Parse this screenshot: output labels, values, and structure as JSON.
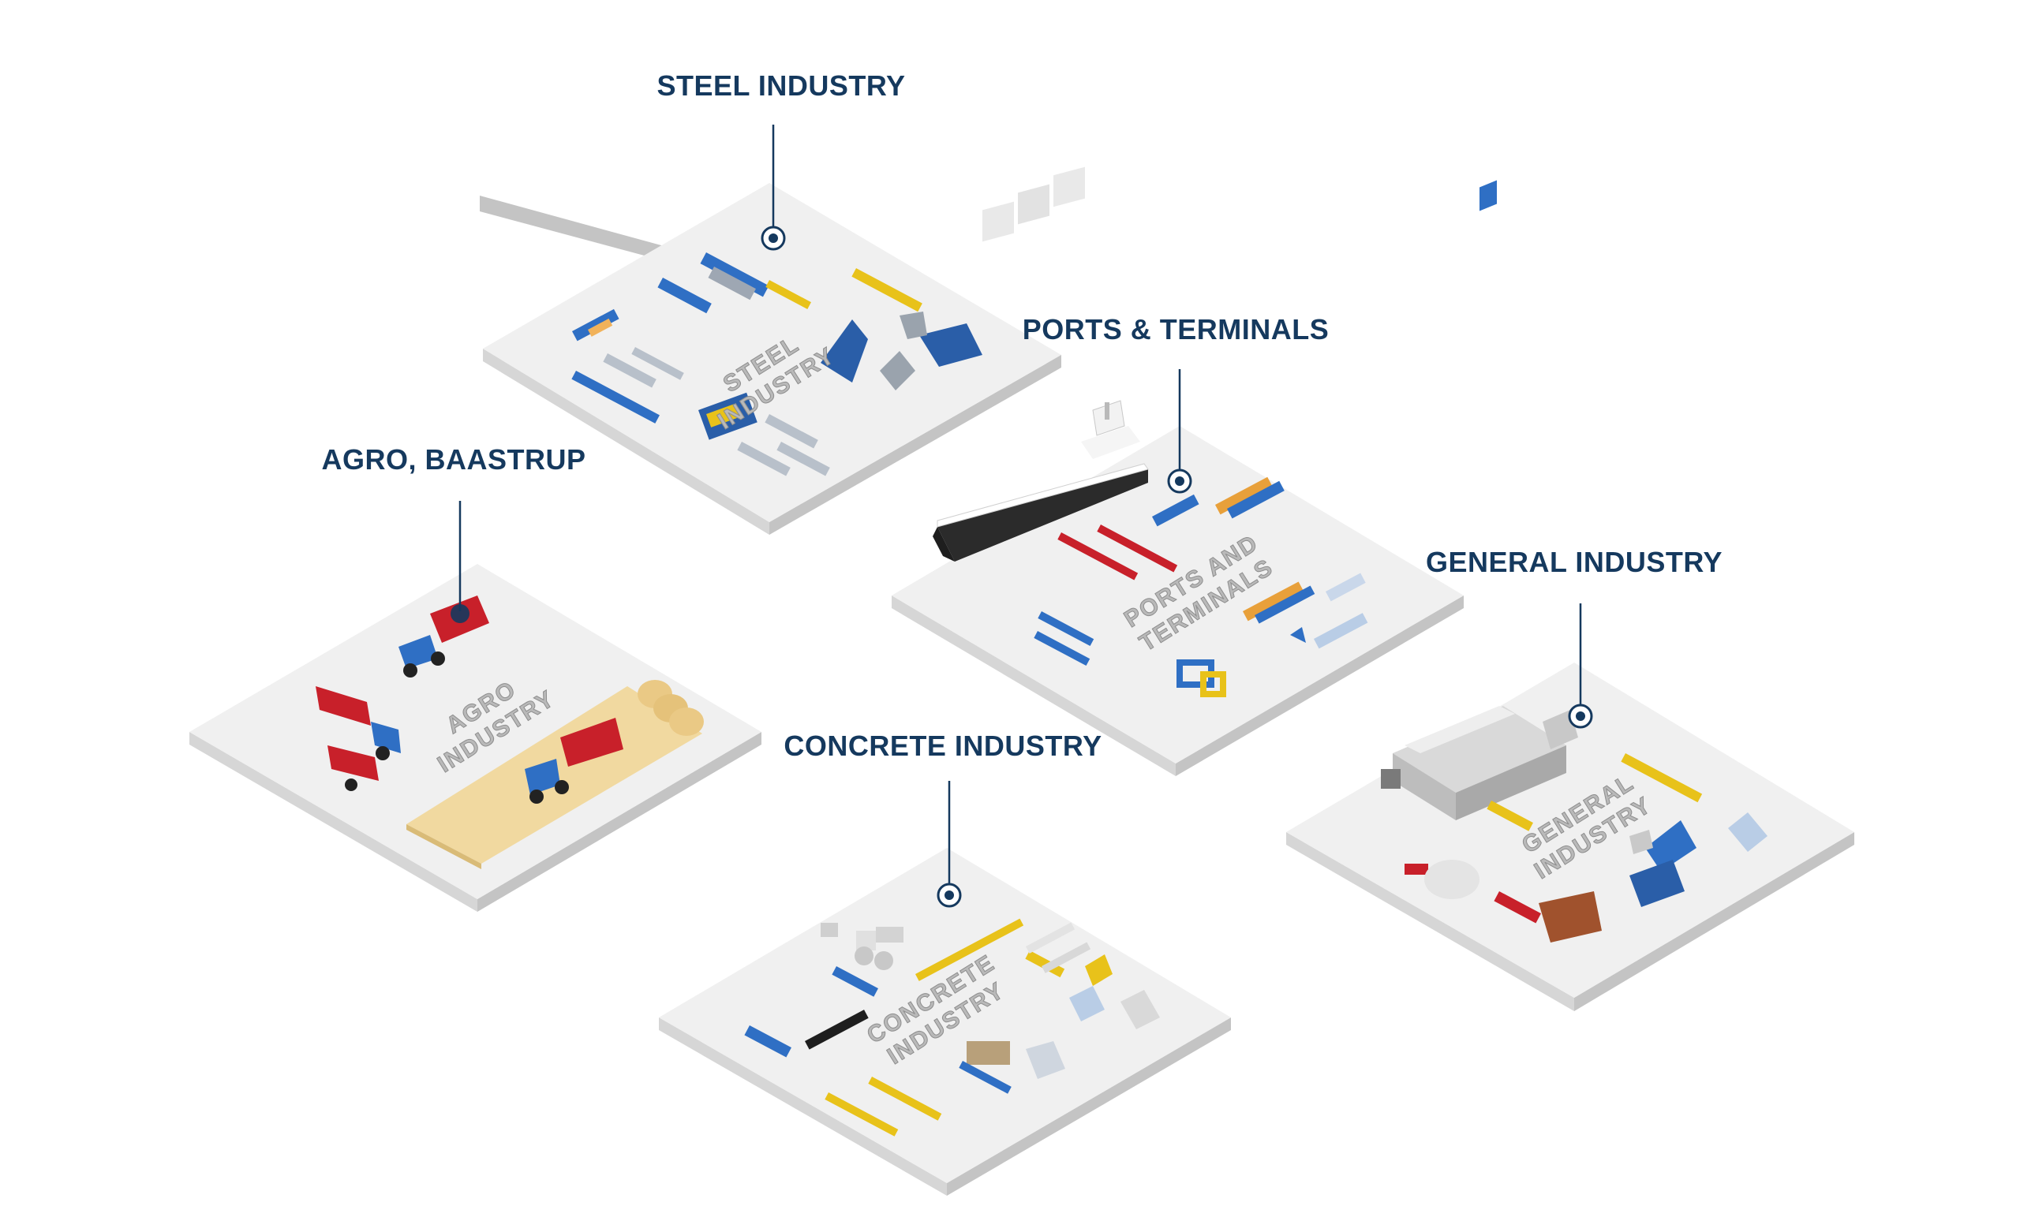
{
  "zones": [
    {
      "id": "steel",
      "label": "STEEL INDUSTRY",
      "platform_text": [
        "STEEL",
        "INDUSTRY"
      ]
    },
    {
      "id": "ports",
      "label": "PORTS & TERMINALS",
      "platform_text": [
        "PORTS AND",
        "TERMINALS"
      ]
    },
    {
      "id": "agro",
      "label": "AGRO, BAASTRUP",
      "platform_text": [
        "AGRO",
        "INDUSTRY"
      ]
    },
    {
      "id": "general",
      "label": "GENERAL INDUSTRY",
      "platform_text": [
        "GENERAL",
        "INDUSTRY"
      ]
    },
    {
      "id": "concrete",
      "label": "CONCRETE INDUSTRY",
      "platform_text": [
        "CONCRETE",
        "INDUSTRY"
      ]
    }
  ],
  "colors": {
    "label": "#15395e",
    "platform_top": "#f0f0f0",
    "platform_left": "#d6d6d6",
    "platform_right": "#c4c4c4",
    "equipment_blue": "#2f6fc4",
    "equipment_yellow": "#e8c21a",
    "equipment_red": "#c8202a",
    "hay": "#f1d9a0"
  }
}
